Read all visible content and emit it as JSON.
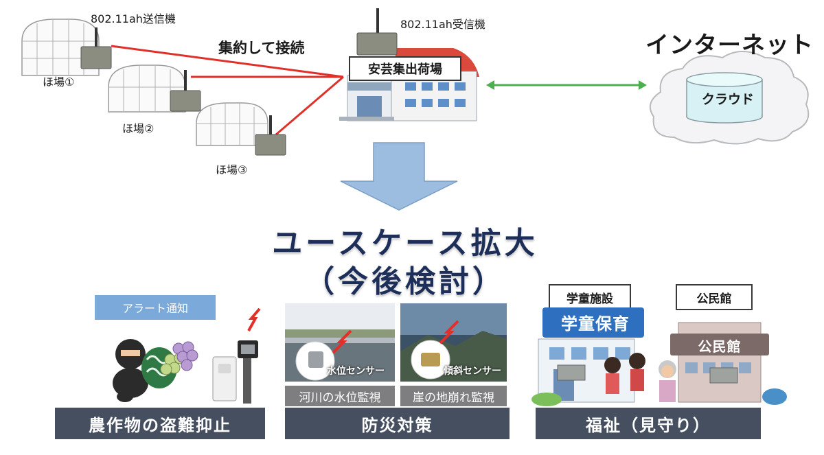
{
  "top": {
    "transmitter_label": "802.11ah送信機",
    "receiver_label": "802.11ah受信機",
    "aggregate_label": "集約して接続",
    "internet_label": "インターネット",
    "cloud_label": "クラウド",
    "facility_label": "安芸集出荷場",
    "fields": [
      "ほ場①",
      "ほ場②",
      "ほ場③"
    ]
  },
  "middle": {
    "title_line1": "ユースケース拡大",
    "title_line2": "（今後検討）"
  },
  "uses": {
    "crime": {
      "alert_label": "アラート通知",
      "banner": "農作物の盗難抑止"
    },
    "disaster": {
      "water_sensor": "水位センサー",
      "tilt_sensor": "傾斜センサー",
      "river_label": "河川の水位監視",
      "cliff_label": "崖の地崩れ監視",
      "banner": "防災対策"
    },
    "welfare": {
      "facility1_caption": "学童施設",
      "facility1_sign": "学童保育",
      "facility2_caption": "公民館",
      "facility2_sign": "公民館",
      "banner": "福祉（見守り）"
    }
  },
  "colors": {
    "link_red": "#e0302a",
    "link_green": "#4caf50",
    "arrow_blue": "#9dbde0",
    "banner": "#454f60",
    "hero_text": "#1d2f58"
  }
}
